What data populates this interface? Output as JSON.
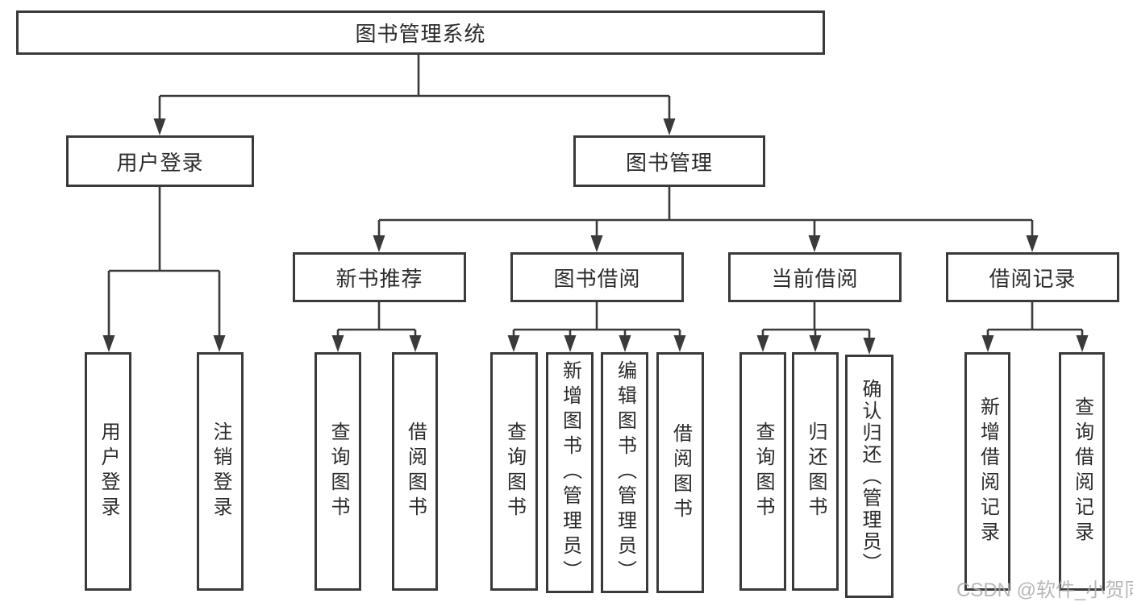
{
  "colors": {
    "line": "#3a3a3a",
    "box_border": "#3a3a3a",
    "text": "#2b2b2b",
    "watermark": "#ababab",
    "background": "#ffffff"
  },
  "watermark": {
    "text": "CSDN @软件_小贺同学"
  },
  "diagram": {
    "root": {
      "label": "图书管理系统"
    },
    "branches": [
      {
        "label": "用户登录",
        "children": [
          {
            "label": "用户登录"
          },
          {
            "label": "注销登录"
          }
        ]
      },
      {
        "label": "图书管理",
        "children": [
          {
            "label": "新书推荐",
            "children": [
              {
                "label": "查询图书"
              },
              {
                "label": "借阅图书"
              }
            ]
          },
          {
            "label": "图书借阅",
            "children": [
              {
                "label": "查询图书"
              },
              {
                "label": "新增图书（管理员）"
              },
              {
                "label": "编辑图书（管理员）"
              },
              {
                "label": "借阅图书"
              }
            ]
          },
          {
            "label": "当前借阅",
            "children": [
              {
                "label": "查询图书"
              },
              {
                "label": "归还图书"
              },
              {
                "label": "确认归还（管理员）"
              }
            ]
          },
          {
            "label": "借阅记录",
            "children": [
              {
                "label": "新增借阅记录"
              },
              {
                "label": "查询借阅记录"
              }
            ]
          }
        ]
      }
    ]
  }
}
